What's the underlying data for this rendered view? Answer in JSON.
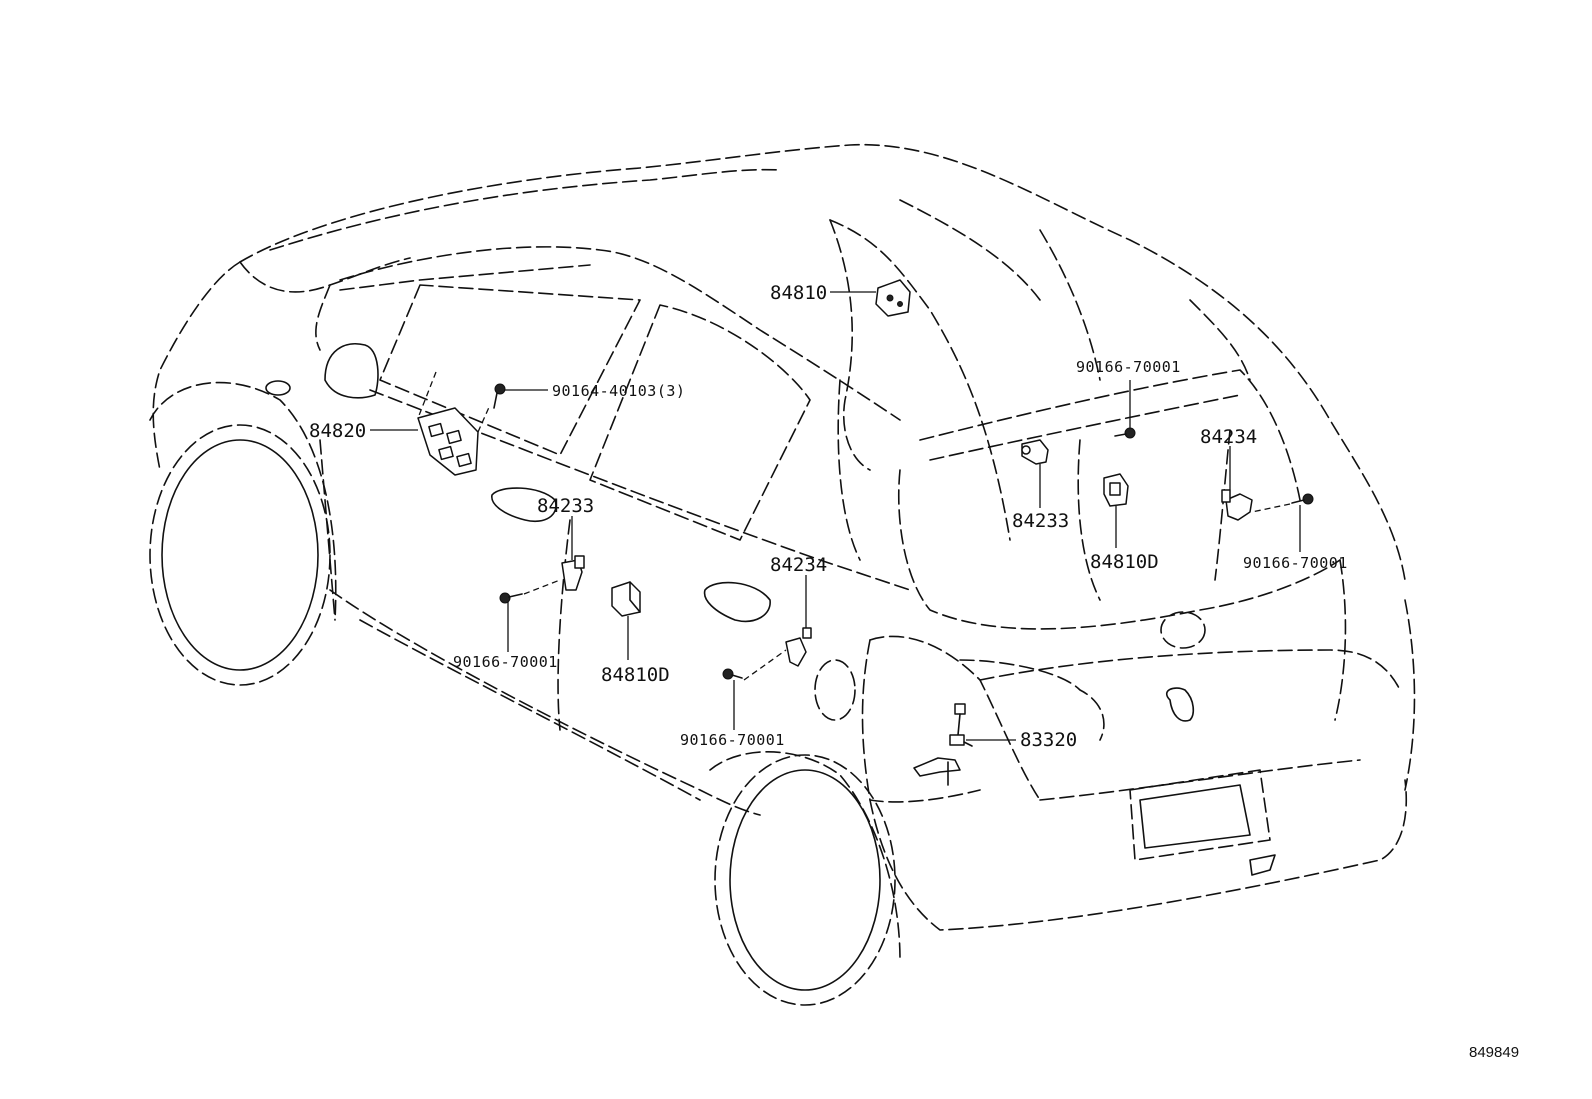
{
  "labels": {
    "p84810_top": "84810",
    "p90164": "90164-40103(3)",
    "p84820": "84820",
    "p84233_left": "84233",
    "p84234_left": "84234",
    "p90166_left": "90166-70001",
    "p84810D_left": "84810D",
    "p90166_mid": "90166-70001",
    "p83320": "83320",
    "p90166_topright": "90166-70001",
    "p84234_right": "84234",
    "p84233_right": "84233",
    "p84810D_right": "84810D",
    "p90166_right": "90166-70001"
  },
  "reference_number": "849849"
}
